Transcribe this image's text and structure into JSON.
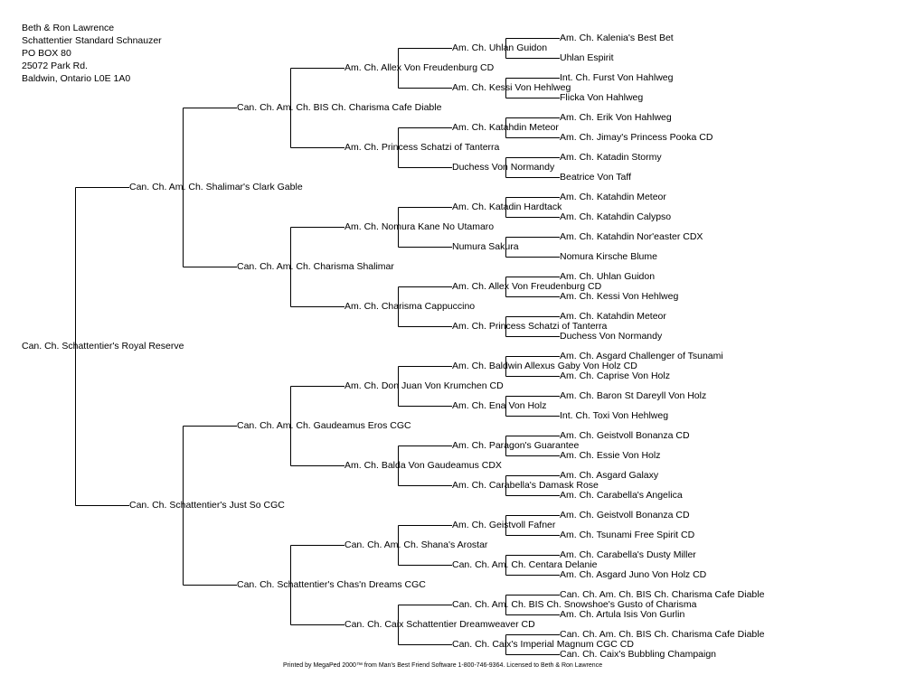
{
  "owner": {
    "lines": [
      "Beth & Ron Lawrence",
      "Schattentier Standard Schnauzer",
      "PO BOX 80",
      "25072 Park Rd.",
      "Baldwin, Ontario L0E 1A0"
    ]
  },
  "pedigree": {
    "subject": "Can. Ch. Schattentier's Royal Reserve",
    "gen1": [
      "Can. Ch. Am. Ch. Shalimar's Clark Gable",
      "Can. Ch. Schattentier's Just So CGC"
    ],
    "gen2": [
      "Can. Ch. Am. Ch. BIS Ch. Charisma Cafe Diable",
      "Can. Ch. Am. Ch. Charisma Shalimar",
      "Can. Ch. Am. Ch. Gaudeamus Eros CGC",
      "Can. Ch. Schattentier's Chas'n Dreams CGC"
    ],
    "gen3": [
      "Am. Ch. Allex Von Freudenburg CD",
      "Am. Ch. Princess Schatzi of Tanterra",
      "Am. Ch. Nomura Kane No Utamaro",
      "Am. Ch. Charisma Cappuccino",
      "Am. Ch. Don Juan Von Krumchen CD",
      "Am. Ch. Balda Von Gaudeamus CDX",
      "Can. Ch. Am. Ch. Shana's Arostar",
      "Can. Ch. Caix Schattentier Dreamweaver CD"
    ],
    "gen4": [
      "Am. Ch. Uhlan Guidon",
      "Am. Ch. Kessi Von Hehlweg",
      "Am. Ch. Katahdin Meteor",
      "Duchess Von Normandy",
      "Am. Ch. Katadin Hardtack",
      "Numura Sakura",
      "Am. Ch. Allex Von Freudenburg CD",
      "Am. Ch. Princess Schatzi of Tanterra",
      "Am. Ch. Baldwin Allexus Gaby Von Holz CD",
      "Am. Ch. Ena Von Holz",
      "Am. Ch. Paragon's Guarantee",
      "Am. Ch. Carabella's Damask Rose",
      "Am. Ch. Geistvoll Fafner",
      "Can. Ch. Am. Ch. Centara Delanie",
      "Can. Ch. Am. Ch. BIS Ch. Snowshoe's Gusto of Charisma",
      "Can. Ch. Caix's Imperial Magnum CGC CD"
    ],
    "gen5": [
      "Am. Ch. Kalenia's Best Bet",
      "Uhlan Espirit",
      "Int. Ch. Furst Von Hahlweg",
      "Flicka Von Hahlweg",
      "Am. Ch. Erik Von Hahlweg",
      "Am. Ch. Jimay's Princess Pooka CD",
      "Am. Ch. Katadin Stormy",
      "Beatrice Von Taff",
      "Am. Ch. Katahdin Meteor",
      "Am. Ch. Katahdin Calypso",
      "Am. Ch. Katahdin Nor'easter CDX",
      "Nomura Kirsche Blume",
      "Am. Ch. Uhlan Guidon",
      "Am. Ch. Kessi Von Hehlweg",
      "Am. Ch. Katahdin Meteor",
      "Duchess Von Normandy",
      "Am. Ch. Asgard Challenger of Tsunami",
      "Am. Ch. Caprise Von Holz",
      "Am. Ch. Baron St Dareyll Von Holz",
      "Int. Ch. Toxi Von Hehlweg",
      "Am. Ch. Geistvoll Bonanza CD",
      "Am. Ch. Essie Von Holz",
      "Am. Ch. Asgard Galaxy",
      "Am. Ch. Carabella's Angelica",
      "Am. Ch. Geistvoll Bonanza CD",
      "Am. Ch. Tsunami Free Spirit CD",
      "Am. Ch. Carabella's Dusty Miller",
      "Am. Ch. Asgard Juno Von Holz CD",
      "Can. Ch. Am. Ch. BIS Ch. Charisma Cafe Diable",
      "Am. Ch. Artula Isis Von Gurlin",
      "Can. Ch. Am. Ch. BIS Ch. Charisma Cafe Diable",
      "Can. Ch. Caix's Bubbling Champaign"
    ]
  },
  "footer": "Printed by MegaPed 2000™ from Man's Best Friend Software 1-800-746-9364. Licensed to Beth & Ron Lawrence"
}
